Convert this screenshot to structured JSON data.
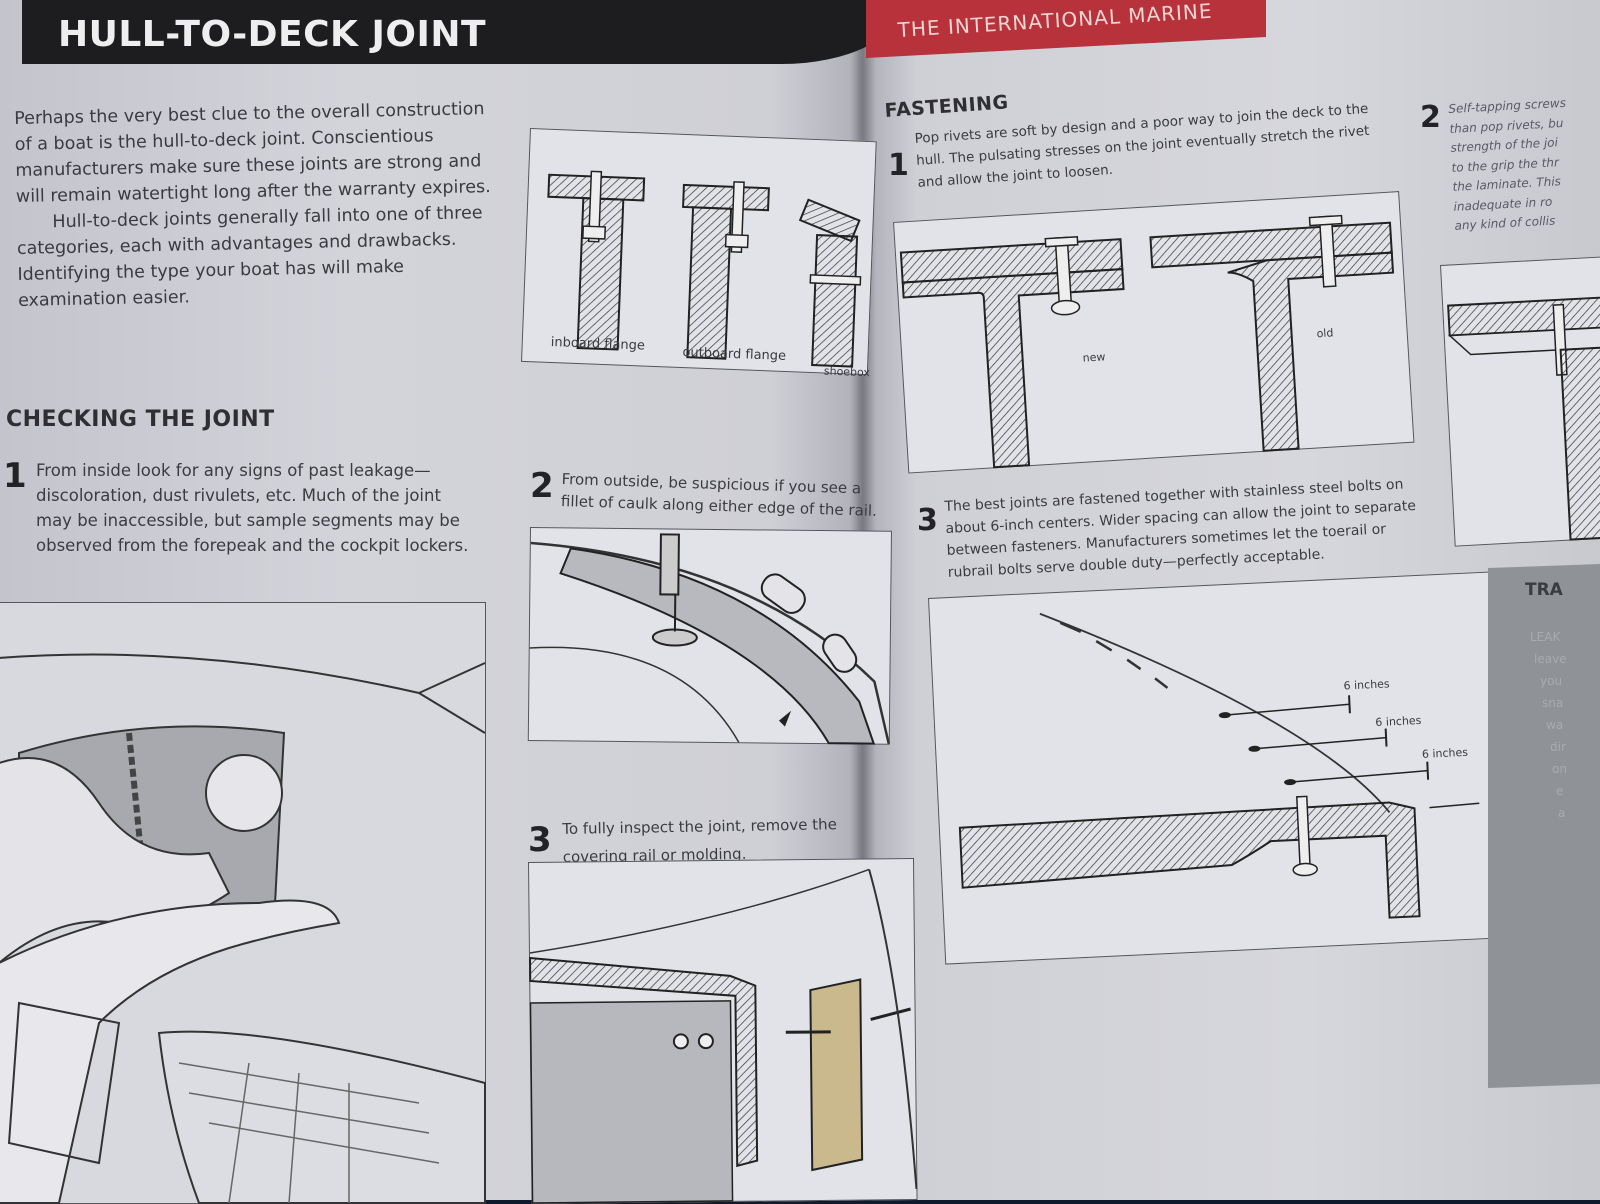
{
  "page_title": "HULL-TO-DECK JOINT",
  "series_title": "THE INTERNATIONAL MARINE",
  "intro": {
    "paragraph_1": "Perhaps the very best clue to the overall construction of a boat is the hull-to-deck joint. Conscientious manufacturers make sure these joints are strong and will remain watertight long after the warranty expires.",
    "paragraph_2": "Hull-to-deck joints generally fall into one of three categories, each with advantages and drawbacks. Identifying the type your boat has will make examination easier."
  },
  "flange_types": {
    "inboard": "inboard flange",
    "outboard": "outboard flange",
    "shoebox": "shoebox"
  },
  "checking": {
    "heading": "CHECKING THE JOINT",
    "steps": [
      {
        "number": "1",
        "text": "From inside look for any signs of past leakage—discoloration, dust rivulets, etc. Much of the joint may be inaccessible, but sample segments may be observed from the forepeak and the cockpit lockers."
      },
      {
        "number": "2",
        "text": "From outside, be suspicious if you see a fillet of caulk along either edge of the rail."
      },
      {
        "number": "3",
        "text": "To fully inspect the joint, remove the covering rail or molding."
      }
    ]
  },
  "fastening": {
    "heading": "FASTENING",
    "steps": [
      {
        "number": "1",
        "text": "Pop rivets are soft by design and a poor way to join the deck to the hull. The pulsating stresses on the joint eventually stretch the rivet and allow the joint to loosen."
      },
      {
        "number": "3",
        "text": "The best joints are fastened together with stainless steel bolts on about 6-inch centers. Wider spacing can allow the joint to separate between fasteners. Manufacturers sometimes let the toerail or rubrail bolts serve double duty—perfectly acceptable."
      }
    ],
    "rivet_labels": {
      "new": "new",
      "old": "old"
    },
    "spacing_labels": [
      "6 inches",
      "6 inches",
      "6 inches"
    ]
  },
  "sidebar_step": {
    "number": "2",
    "lines": [
      "Self-tapping screws",
      "than pop rivets, bu",
      "strength of the joi",
      "to the grip the thr",
      "the laminate. This",
      "inadequate in ro",
      "any kind of collis"
    ]
  },
  "boxout": {
    "title": "TRA",
    "lines": [
      "LEAK",
      "leave",
      "you",
      "sna",
      "wa",
      "dir",
      "on",
      "e",
      "a"
    ]
  }
}
